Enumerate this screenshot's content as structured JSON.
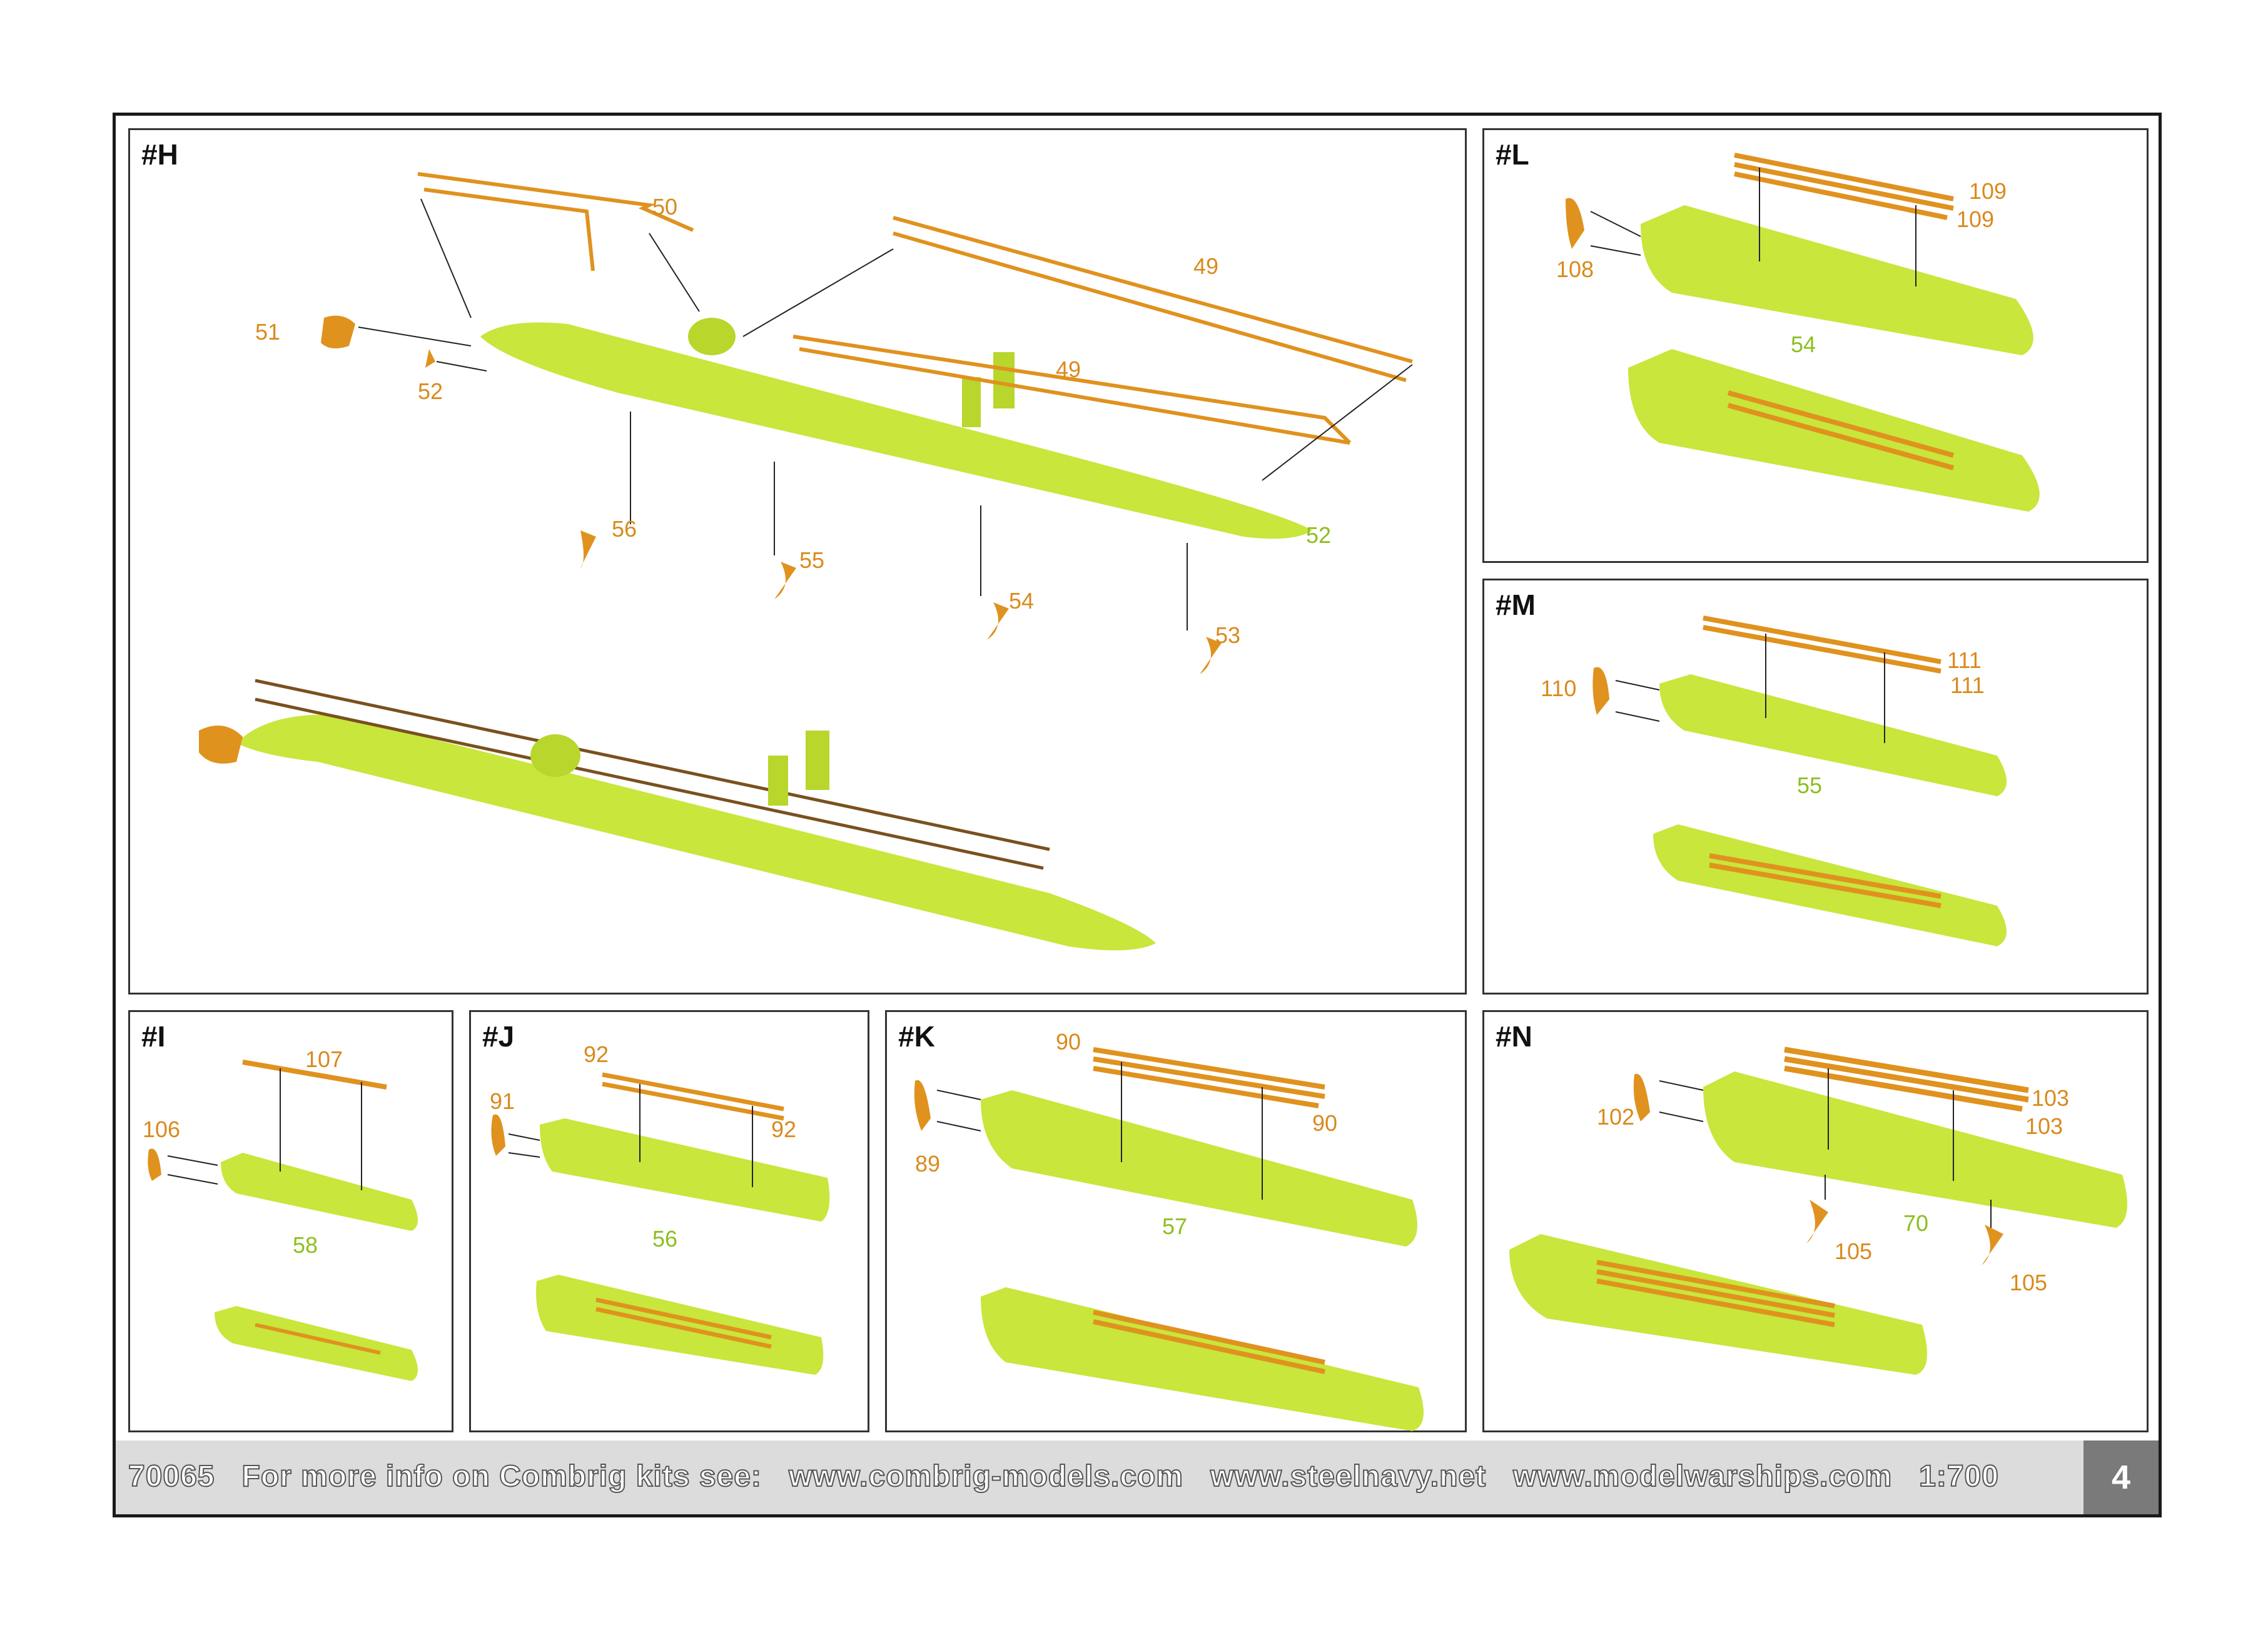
{
  "panels": {
    "H": {
      "title": "#H",
      "labels": [
        "50",
        "49",
        "49",
        "51",
        "52",
        "52",
        "56",
        "55",
        "54",
        "53"
      ]
    },
    "L": {
      "title": "#L",
      "labels": [
        "109",
        "109",
        "108",
        "54"
      ]
    },
    "M": {
      "title": "#M",
      "labels": [
        "111",
        "111",
        "110",
        "55"
      ]
    },
    "I": {
      "title": "#I",
      "labels": [
        "107",
        "106",
        "58"
      ]
    },
    "J": {
      "title": "#J",
      "labels": [
        "92",
        "91",
        "92",
        "56"
      ]
    },
    "K": {
      "title": "#K",
      "labels": [
        "90",
        "90",
        "89",
        "57"
      ]
    },
    "N": {
      "title": "#N",
      "labels": [
        "103",
        "103",
        "102",
        "70",
        "105",
        "105"
      ]
    }
  },
  "footer": {
    "kit_number": "70065",
    "info": "For more info on Combrig kits see:",
    "site1": "www.combrig-models.com",
    "site2": "www.steelnavy.net",
    "site3": "www.modelwarships.com",
    "scale": "1:700",
    "page": "4"
  },
  "colors": {
    "hull": "#c8e63c",
    "part": "#e0921e",
    "label_orange": "#d98a1c",
    "label_green": "#8cbf1f"
  }
}
